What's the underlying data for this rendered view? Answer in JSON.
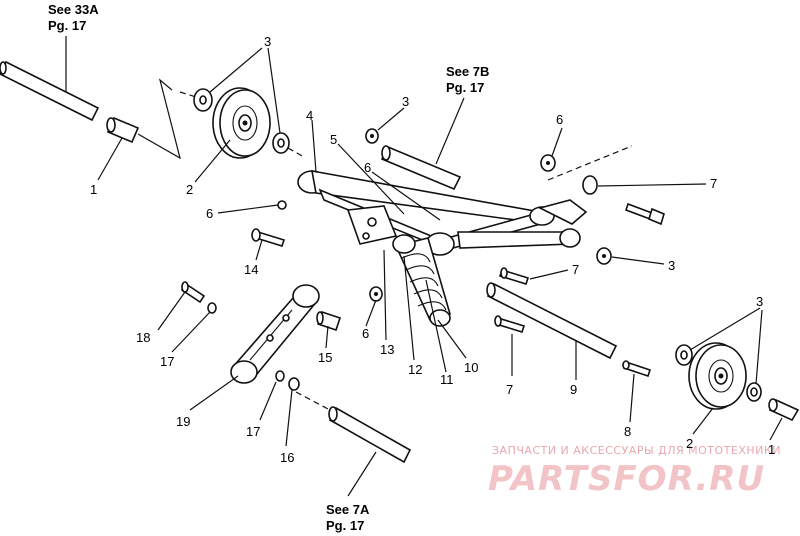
{
  "references": {
    "see_33a": {
      "title": "See 33A",
      "page": "Pg. 17"
    },
    "see_7b": {
      "title": "See 7B",
      "page": "Pg. 17"
    },
    "see_7a": {
      "title": "See 7A",
      "page": "Pg. 17"
    }
  },
  "callouts": {
    "c1a": "1",
    "c1b": "1",
    "c2a": "2",
    "c2b": "2",
    "c3a": "3",
    "c3b": "3",
    "c3c": "3",
    "c3d": "3",
    "c4": "4",
    "c5": "5",
    "c6a": "6",
    "c6b": "6",
    "c6c": "6",
    "c6d": "6",
    "c7a": "7",
    "c7b": "7",
    "c7c": "7",
    "c8": "8",
    "c9": "9",
    "c10": "10",
    "c11": "11",
    "c12": "12",
    "c13": "13",
    "c14": "14",
    "c15": "15",
    "c16": "16",
    "c17a": "17",
    "c17b": "17",
    "c18": "18",
    "c19": "19"
  },
  "watermark": {
    "subtitle": "ЗАПЧАСТИ И АКСЕССУАРЫ ДЛЯ МОТОТЕХНИКИ",
    "brand": "PARTSFOR.RU"
  },
  "colors": {
    "line": "#111111",
    "watermark": "#f2c4c7"
  }
}
